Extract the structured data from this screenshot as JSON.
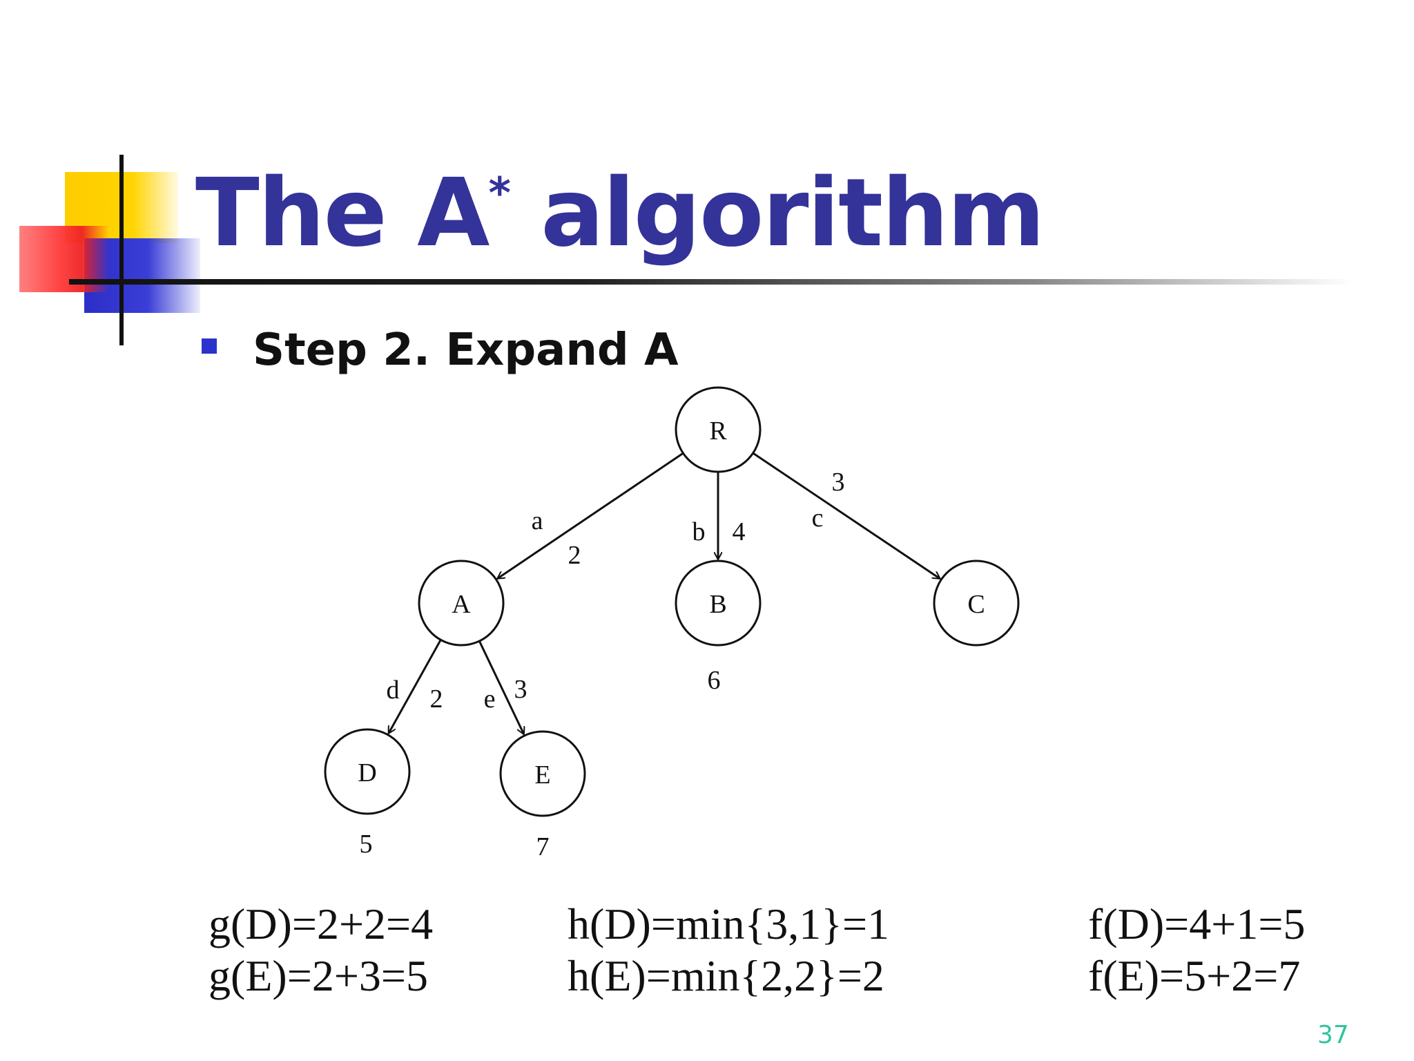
{
  "slide": {
    "title_main": "The A",
    "title_star": "*",
    "title_rest": " algorithm",
    "bullet": "Step 2. Expand A",
    "page_number": "37"
  },
  "tree": {
    "nodes": [
      {
        "id": "R",
        "label": "R",
        "f_value": ""
      },
      {
        "id": "A",
        "label": "A",
        "f_value": ""
      },
      {
        "id": "B",
        "label": "B",
        "f_value": "6"
      },
      {
        "id": "C",
        "label": "C",
        "f_value": ""
      },
      {
        "id": "D",
        "label": "D",
        "f_value": "5"
      },
      {
        "id": "E",
        "label": "E",
        "f_value": "7"
      }
    ],
    "edges": [
      {
        "from": "R",
        "to": "A",
        "name": "a",
        "cost": "2"
      },
      {
        "from": "R",
        "to": "B",
        "name": "b",
        "cost": "4"
      },
      {
        "from": "R",
        "to": "C",
        "name": "c",
        "cost": "3"
      },
      {
        "from": "A",
        "to": "D",
        "name": "d",
        "cost": "2"
      },
      {
        "from": "A",
        "to": "E",
        "name": "e",
        "cost": "3"
      }
    ]
  },
  "formulas": {
    "g_d": "g(D)=2+2=4",
    "g_e": "g(E)=2+3=5",
    "h_d": "h(D)=min{3,1}=1",
    "h_e": "h(E)=min{2,2}=2",
    "f_d": "f(D)=4+1=5",
    "f_e": "f(E)=5+2=7"
  },
  "colors": {
    "title": "#333399",
    "bullet_square": "#2b33cc",
    "page_number": "#2ec4a0"
  }
}
